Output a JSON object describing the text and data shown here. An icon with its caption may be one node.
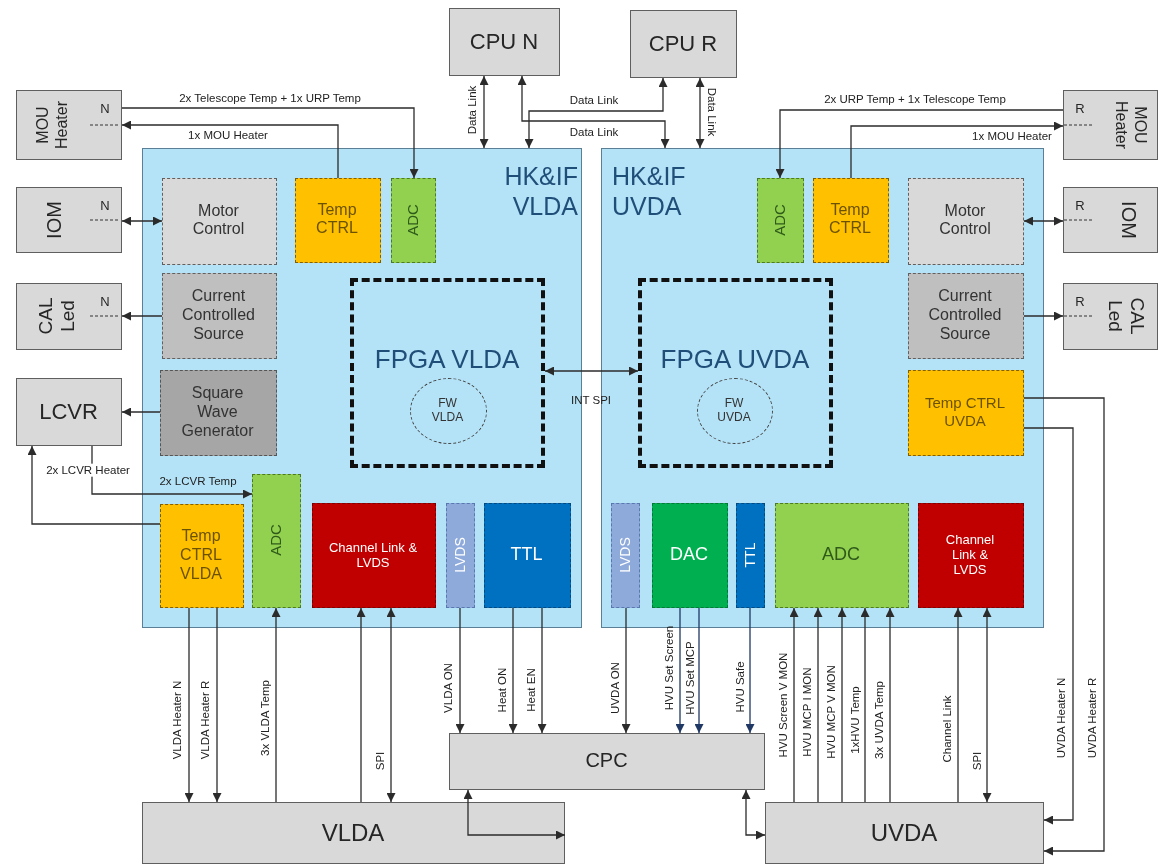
{
  "diagram": {
    "nodes": [
      {
        "text": [
          "CPU N"
        ]
      },
      {
        "text": [
          "CPU R"
        ]
      },
      {
        "text": [
          "MOU Heater",
          "N"
        ]
      },
      {
        "text": [
          "IOM",
          "N"
        ]
      },
      {
        "text": [
          "CAL Led",
          "N"
        ]
      },
      {
        "text": [
          "LCVR"
        ]
      },
      {
        "text": [
          "HK&IF VLDA"
        ]
      },
      {
        "text": [
          "Motor Control"
        ],
        "in": 6
      },
      {
        "text": [
          "Temp CTRL"
        ],
        "in": 6
      },
      {
        "text": [
          "ADC"
        ],
        "in": 6
      },
      {
        "text": [
          "Current Controlled Source"
        ],
        "in": 6
      },
      {
        "text": [
          "Square Wave Generator"
        ],
        "in": 6
      },
      {
        "text": [
          "FPGA VLDA"
        ],
        "in": 6
      },
      {
        "text": [
          "FW VLDA"
        ],
        "in": 12
      },
      {
        "text": [
          "Temp CTRL VLDA"
        ],
        "in": 6
      },
      {
        "text": [
          "ADC"
        ],
        "in": 6
      },
      {
        "text": [
          "Channel Link & LVDS"
        ],
        "in": 6
      },
      {
        "text": [
          "LVDS"
        ],
        "in": 6
      },
      {
        "text": [
          "TTL"
        ],
        "in": 6
      },
      {
        "text": [
          "HK&IF UVDA"
        ]
      },
      {
        "text": [
          "ADC"
        ],
        "in": 19
      },
      {
        "text": [
          "Temp CTRL"
        ],
        "in": 19
      },
      {
        "text": [
          "Motor Control"
        ],
        "in": 19
      },
      {
        "text": [
          "FPGA UVDA"
        ],
        "in": 19
      },
      {
        "text": [
          "FW UVDA"
        ],
        "in": 23
      },
      {
        "text": [
          "Current Controlled Source"
        ],
        "in": 19
      },
      {
        "text": [
          "Temp CTRL UVDA"
        ],
        "in": 19
      },
      {
        "text": [
          "LVDS"
        ],
        "in": 19
      },
      {
        "text": [
          "DAC"
        ],
        "in": 19
      },
      {
        "text": [
          "TTL"
        ],
        "in": 19
      },
      {
        "text": [
          "ADC"
        ],
        "in": 19
      },
      {
        "text": [
          "Channel Link & LVDS"
        ],
        "in": 19
      },
      {
        "text": [
          "MOU Heater",
          "R"
        ]
      },
      {
        "text": [
          "IOM",
          "R"
        ]
      },
      {
        "text": [
          "CAL Led",
          "R"
        ]
      },
      {
        "text": [
          "CPC"
        ]
      },
      {
        "text": [
          "VLDA"
        ]
      },
      {
        "text": [
          "UVDA"
        ]
      }
    ],
    "edges": [
      {
        "from": 0,
        "to": 6,
        "arrow": "both",
        "label": "Data Link"
      },
      {
        "from": 0,
        "to": 19,
        "arrow": "both",
        "label": "Data Link"
      },
      {
        "from": 1,
        "to": 6,
        "arrow": "both",
        "label": "Data Link"
      },
      {
        "from": 1,
        "to": 19,
        "arrow": "both",
        "label": "Data Link"
      },
      {
        "from": 2,
        "to": 9,
        "arrow": "to",
        "label": "2x Telescope Temp + 1x URP Temp"
      },
      {
        "from": 8,
        "to": 2,
        "arrow": "to",
        "label": "1x MOU Heater"
      },
      {
        "from": 3,
        "to": 7,
        "arrow": "both"
      },
      {
        "from": 10,
        "to": 4,
        "arrow": "to"
      },
      {
        "from": 11,
        "to": 5,
        "arrow": "to"
      },
      {
        "from": 5,
        "to": 15,
        "arrow": "to",
        "label": "2x LCVR Temp"
      },
      {
        "from": 14,
        "to": 5,
        "arrow": "to",
        "label": "2x LCVR Heater"
      },
      {
        "from": 12,
        "to": 23,
        "arrow": "both",
        "label": "INT SPI"
      },
      {
        "from": 14,
        "to": 36,
        "arrow": "to",
        "label": "VLDA  Heater N"
      },
      {
        "from": 14,
        "to": 36,
        "arrow": "to",
        "label": "VLDA  Heater R"
      },
      {
        "from": 36,
        "to": 15,
        "arrow": "to",
        "label": "3x VLDA  Temp"
      },
      {
        "from": 36,
        "to": 16,
        "arrow": "to"
      },
      {
        "from": 16,
        "to": 36,
        "arrow": "both",
        "label": "SPI"
      },
      {
        "from": 17,
        "to": 35,
        "arrow": "to",
        "label": "VLDA ON"
      },
      {
        "from": 18,
        "to": 35,
        "arrow": "to",
        "label": "Heat ON"
      },
      {
        "from": 18,
        "to": 35,
        "arrow": "to",
        "label": "Heat EN"
      },
      {
        "from": 35,
        "to": 36,
        "arrow": "both"
      },
      {
        "from": 27,
        "to": 35,
        "arrow": "to",
        "label": "UVDA ON"
      },
      {
        "from": 28,
        "to": 35,
        "arrow": "to",
        "label": "HVU Set Screen",
        "color": "#1f3864"
      },
      {
        "from": 28,
        "to": 35,
        "arrow": "to",
        "label": "HVU Set MCP",
        "color": "#1f3864"
      },
      {
        "from": 29,
        "to": 35,
        "arrow": "to",
        "label": "HVU  Safe",
        "color": "#1f3864"
      },
      {
        "from": 37,
        "to": 30,
        "arrow": "to",
        "label": "HVU Screen V MON"
      },
      {
        "from": 37,
        "to": 30,
        "arrow": "to",
        "label": "HVU MCP I MON"
      },
      {
        "from": 37,
        "to": 30,
        "arrow": "to",
        "label": "HVU MCP V MON"
      },
      {
        "from": 37,
        "to": 30,
        "arrow": "to",
        "label": "1xHVU Temp"
      },
      {
        "from": 37,
        "to": 30,
        "arrow": "to",
        "label": "3x UVDA  Temp"
      },
      {
        "from": 37,
        "to": 31,
        "arrow": "to",
        "label": "Channel Link"
      },
      {
        "from": 31,
        "to": 37,
        "arrow": "both",
        "label": "SPI"
      },
      {
        "from": 35,
        "to": 37,
        "arrow": "both"
      },
      {
        "from": 26,
        "to": 37,
        "arrow": "to",
        "label": "UVDA  Heater N"
      },
      {
        "from": 26,
        "to": 37,
        "arrow": "to",
        "label": "UVDA  Heater R"
      },
      {
        "from": 32,
        "to": 20,
        "arrow": "to",
        "label": "2x URP Temp + 1x Telescope Temp"
      },
      {
        "from": 21,
        "to": 32,
        "arrow": "to",
        "label": "1x MOU Heater"
      },
      {
        "from": 22,
        "to": 33,
        "arrow": "both"
      },
      {
        "from": 25,
        "to": 34,
        "arrow": "to"
      }
    ]
  }
}
